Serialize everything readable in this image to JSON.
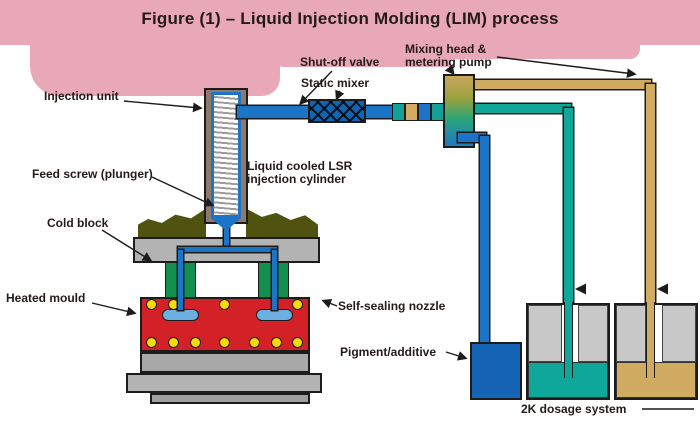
{
  "title": "Figure (1) – Liquid Injection Molding (LIM) process",
  "labels": {
    "injection_unit": "Injection unit",
    "shutoff_valve": "Shut-off valve",
    "static_mixer": "Static mixer",
    "metering_pump": "Mixing head &\nmetering pump",
    "feed_screw": "Feed screw (plunger)",
    "injection_cylinder": "Liquid cooled LSR\ninjection cylinder",
    "cold_block": "Cold block",
    "heated_mould": "Heated mould",
    "nozzle": "Self-sealing nozzle",
    "pigment": "Pigment/additive",
    "dosage_system": "2K dosage system"
  },
  "colors": {
    "banner_pink": "#e9a8b7",
    "text_dark": "#241a18",
    "pipe_blue": "#1b74c5",
    "mixer_blue": "#1264ae",
    "seg_teal": "#14a096",
    "seg_tan": "#d2ac62",
    "housing_brown": "#8d7a6c",
    "mound_olive": "#50520f",
    "plate_gray": "#b3b3b3",
    "plate_gray_dark": "#a8a8a8",
    "red_platen": "#d42127",
    "heater_yellow": "#f6d90a",
    "clamp_green": "#14904e",
    "cavity_blue": "#6cb0e2",
    "drum_gray": "#c8c8c8",
    "liquid_teal": "#0ea79a",
    "liquid_tan": "#d2ab62",
    "container_blue": "#1463b5",
    "outline": "#1c1c1c"
  }
}
